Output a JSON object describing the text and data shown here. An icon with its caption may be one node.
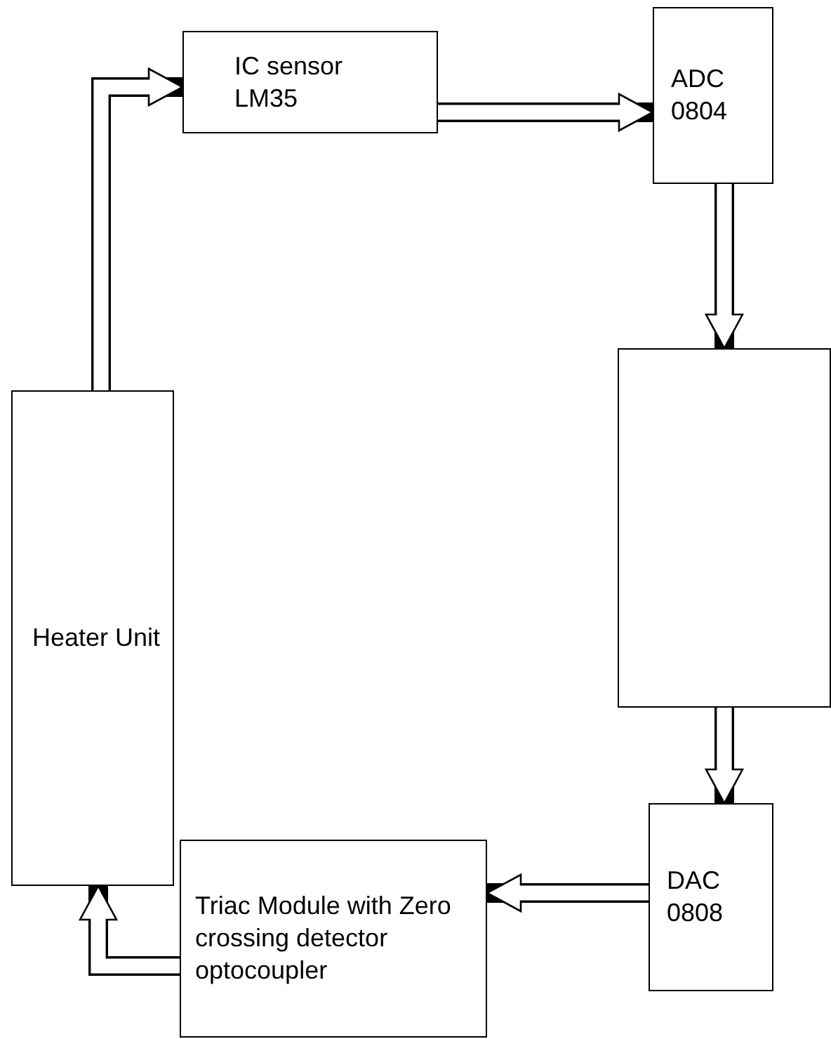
{
  "diagram": {
    "nodes": [
      {
        "text": [
          "IC sensor LM35"
        ]
      },
      {
        "text": [
          "ADC 0804"
        ]
      },
      {
        "text": [],
        "shape": "box"
      },
      {
        "text": [
          "DAC 0808"
        ]
      },
      {
        "text": [
          "Triac Module with Zero crossing detector optocoupler"
        ]
      },
      {
        "text": [
          "Heater Unit"
        ]
      }
    ],
    "edges": [
      {
        "from": 5,
        "to": 0,
        "arrow": "to"
      },
      {
        "from": 0,
        "to": 1,
        "arrow": "to"
      },
      {
        "from": 1,
        "to": 2,
        "arrow": "to"
      },
      {
        "from": 2,
        "to": 3,
        "arrow": "to"
      },
      {
        "from": 3,
        "to": 4,
        "arrow": "to"
      },
      {
        "from": 4,
        "to": 5,
        "arrow": "to"
      }
    ]
  }
}
